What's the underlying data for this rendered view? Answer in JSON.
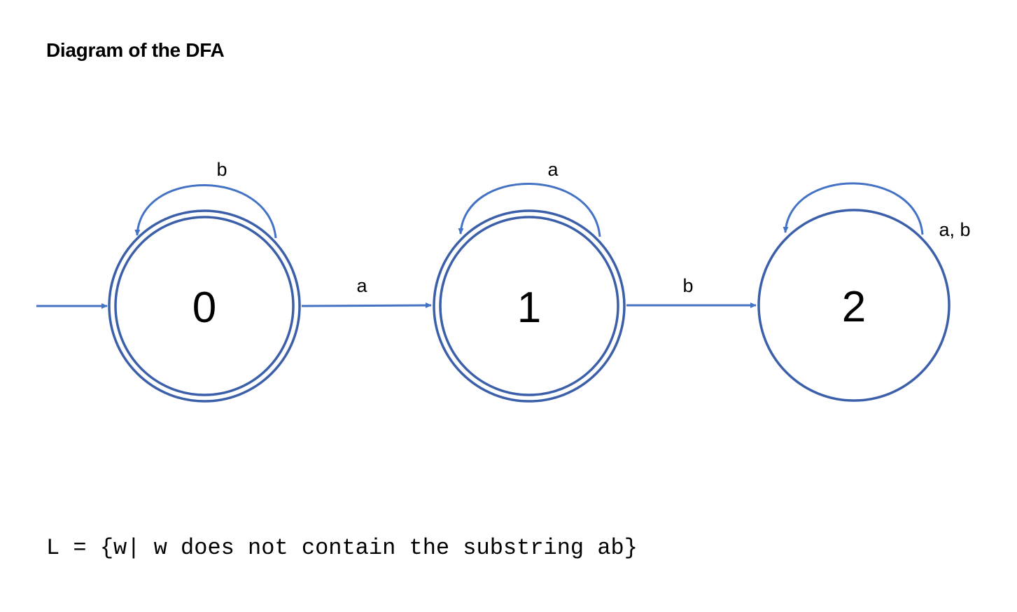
{
  "title": "Diagram of the DFA",
  "colors": {
    "stroke": "#4472C4",
    "state_stroke": "#3B5FA8",
    "text": "#000000"
  },
  "states": [
    {
      "id": "0",
      "label": "0",
      "accepting": true,
      "start": true
    },
    {
      "id": "1",
      "label": "1",
      "accepting": true,
      "start": false
    },
    {
      "id": "2",
      "label": "2",
      "accepting": false,
      "start": false
    }
  ],
  "transitions": [
    {
      "from": "0",
      "to": "0",
      "label": "b"
    },
    {
      "from": "0",
      "to": "1",
      "label": "a"
    },
    {
      "from": "1",
      "to": "1",
      "label": "a"
    },
    {
      "from": "1",
      "to": "2",
      "label": "b"
    },
    {
      "from": "2",
      "to": "2",
      "label": "a, b"
    }
  ],
  "language": "L = {w| w does not contain the substring ab}"
}
